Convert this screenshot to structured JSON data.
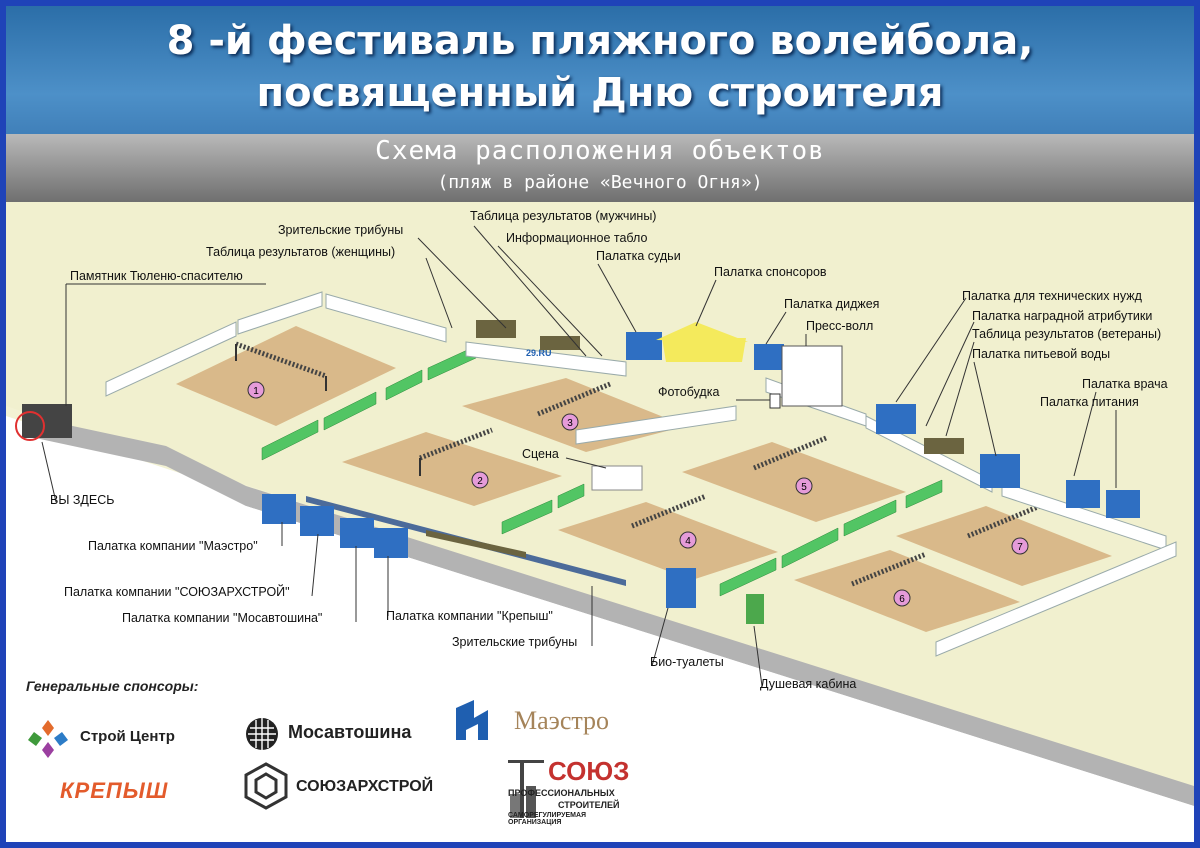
{
  "header": {
    "title_line1": "8 -й фестиваль пляжного волейбола,",
    "title_line2": "посвященный Дню строителя",
    "subtitle": "Схема расположения  объектов",
    "subtitle2": "(пляж в районе «Вечного Огня»)"
  },
  "labels": {
    "tribunes_top": "Зрительские трибуны",
    "results_women": "Таблица результатов (женщины)",
    "results_men": "Таблица результатов (мужчины)",
    "info_board": "Информационное табло",
    "judge_tent": "Палатка судьи",
    "sponsors_tent": "Палатка спонсоров",
    "dj_tent": "Палатка диджея",
    "press_wall": "Пресс-волл",
    "photo_booth": "Фотобудка",
    "monument": "Памятник Тюленю-спасителю",
    "you_are_here": "ВЫ ЗДЕСЬ",
    "scene": "Сцена",
    "tech_tent": "Палатка для технических нужд",
    "award_tent": "Палатка наградной атрибутики",
    "results_veterans": "Таблица результатов (ветераны)",
    "water_tent": "Палатка питьевой воды",
    "doctor_tent": "Палатка врача",
    "food_tent": "Палатка питания",
    "maestro_tent": "Палатка компании \"Маэстро\"",
    "soyuz_tent": "Палатка компании \"СОЮЗАРХСТРОЙ\"",
    "mosavto_tent": "Палатка компании \"Мосавтошина\"",
    "krepysh_tent": "Палатка компании \"Крепыш\"",
    "tribunes_bottom": "Зрительские трибуны",
    "toilets": "Био-туалеты",
    "shower": "Душевая кабина"
  },
  "courts": [
    "1",
    "2",
    "3",
    "4",
    "5",
    "6",
    "7"
  ],
  "banner_text": "29.RU",
  "sponsors": {
    "title": "Генеральные спонсоры:",
    "stroy_center": "Строй Центр",
    "mosavtoshina": "Мосавтошина",
    "maestro": "Маэстро",
    "krepysh": "КРЕПЫШ",
    "soyuzarkhstroy": "СОЮЗАРХСТРОЙ",
    "soyuz": "СОЮЗ",
    "soyuz_sub1": "ПРОФЕССИОНАЛЬНЫХ",
    "soyuz_sub2": "СТРОИТЕЛЕЙ",
    "soyuz_sub3": "САМОРЕГУЛИРУЕМАЯ ОРГАНИЗАЦИЯ"
  },
  "colors": {
    "frame": "#1f43b8",
    "sand": "#d9b98a",
    "ground": "#f1f0d0",
    "tent": "#2f6fc2",
    "fence": "#4fc060",
    "marker": "#e59bd9"
  }
}
